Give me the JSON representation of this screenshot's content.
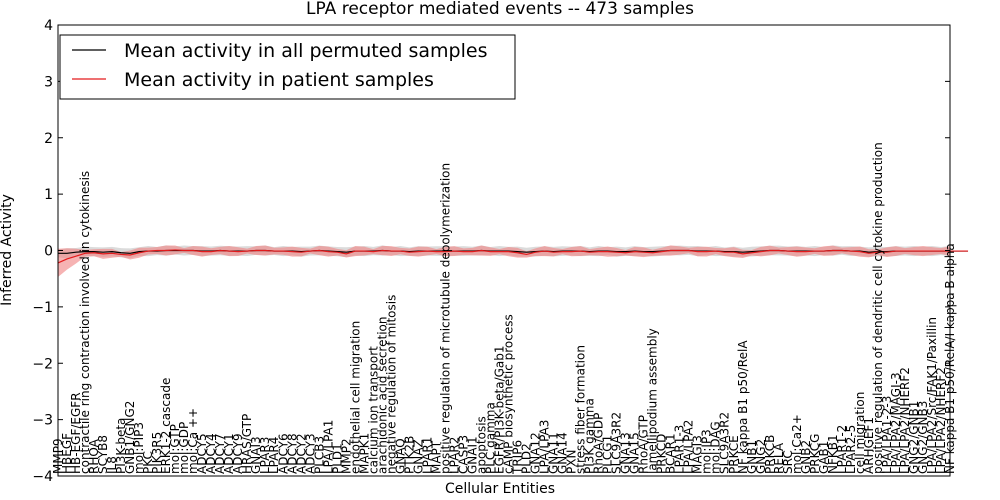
{
  "chart_data": {
    "type": "line",
    "title": "LPA receptor mediated events -- 473 samples",
    "xlabel": "Cellular Entities",
    "ylabel": "Inferred Activity",
    "ylim": [
      -4,
      4
    ],
    "yticks": [
      -4,
      -3,
      -2,
      -1,
      0,
      1,
      2,
      3,
      4
    ],
    "ytick_labels": [
      "−4",
      "−3",
      "−2",
      "−1",
      "0",
      "1",
      "2",
      "3",
      "4"
    ],
    "grid": false,
    "legend_position": "top-left",
    "colors": {
      "permuted": "#000000",
      "patient": "#e41a1c",
      "patient_band": "#f08080",
      "permuted_band": "#bdbdbd"
    },
    "x_labels": [
      "MMP9",
      "HBEGF",
      "HB-EGF/EGFR",
      "contractile ring contraction involved in cytokinesis",
      "RHOA",
      "SCYB8",
      "IL8",
      "PI3K-beta",
      "GNB1/GNG2",
      "mol:PIP3",
      "PKC",
      "PIK3R5",
      "ERK1-2 cascade",
      "mol:GTP",
      "mol:GDP",
      "mol:Ca ++",
      "ADCY5",
      "ADCY4",
      "ADCY7",
      "ADCY1",
      "ADCY9",
      "HRAS/GTP",
      "GNAI3",
      "LPAR3",
      "LPAR4",
      "ADCY6",
      "ADCY8",
      "ADCY2",
      "ADCY3",
      "PLCB3",
      "LPA/LPA1",
      "PLD1",
      "MMP2",
      "endothelial cell migration",
      "MAPK1",
      "calcium ion transport",
      "arachidonic acid secretion",
      "negative regulation of mitosis",
      "GNAQ",
      "PTK2B",
      "GNAZ",
      "LPAR1",
      "MAPT",
      "positive regulation of microtubule depolymerization",
      "LPAR2",
      "CASP3",
      "GNAI1",
      "apoptosis",
      "PLC gamma",
      "EGFR/PI3K-beta/Gab1",
      "cAMP biosynthetic process",
      "TRIP6",
      "PLD2",
      "GNA12",
      "LPA/LPA3",
      "GNA11",
      "GNA14",
      "PXN",
      "stress fiber formation",
      "PI3K gamma",
      "RhoA/GDP",
      "PLCG1",
      "SLC9A3R2",
      "GNA13",
      "GNA15",
      "RhoA/GTP",
      "lamellipodium assembly",
      "PRKCD",
      "BCAR1",
      "LPAR1-3",
      "LPA/LPA2",
      "MAGI3",
      "mol:IP3",
      "mol:DAG",
      "SLC9A3R2",
      "PRKCE",
      "NF kappa B1 p50/RelA",
      "GNB1",
      "GNG2",
      "PRKCB",
      "RELA",
      "SRC",
      "mol:Ca2+",
      "GNB2",
      "PRKCG",
      "GAB1",
      "NFKB1",
      "LPAR1-2",
      "LPAR2-5",
      "cell migration",
      "ARHGEF1",
      "positive regulation of dendritic cell cytokine production",
      "LPA/LPA1-2-3",
      "LPA/LPA2/MAGI-3",
      "LPA/LPA2/NHERF2",
      "GNG2/GNB1",
      "GNG2/GNB3",
      "LPA/LPA2/Src/FAK1/Paxillin",
      "LPA/LPA2/NHERF2",
      "NF kappa B1 p50/RelA/I kappa B alpha"
    ],
    "series": [
      {
        "name": "Mean activity in all permuted samples",
        "values": [
          -0.05,
          -0.05,
          -0.03,
          -0.02,
          -0.02,
          -0.03,
          -0.02,
          -0.04,
          -0.05,
          -0.02,
          -0.01,
          -0.01,
          0.0,
          0.0,
          0.0,
          0.0,
          -0.01,
          -0.01,
          0.0,
          -0.01,
          -0.01,
          -0.01,
          0.0,
          0.0,
          -0.01,
          -0.01,
          -0.01,
          -0.02,
          -0.01,
          0.0,
          -0.01,
          -0.02,
          -0.03,
          -0.01,
          -0.01,
          -0.01,
          0.0,
          -0.01,
          -0.01,
          -0.02,
          -0.01,
          -0.01,
          -0.01,
          -0.01,
          -0.01,
          -0.01,
          -0.01,
          0.0,
          -0.01,
          -0.01,
          -0.01,
          -0.02,
          -0.03,
          -0.02,
          -0.01,
          -0.02,
          -0.01,
          -0.01,
          -0.01,
          -0.02,
          -0.01,
          -0.01,
          -0.02,
          -0.02,
          -0.01,
          -0.02,
          -0.02,
          -0.01,
          0.0,
          0.0,
          0.0,
          -0.01,
          -0.01,
          -0.01,
          -0.02,
          -0.02,
          -0.03,
          -0.02,
          -0.01,
          0.0,
          0.0,
          -0.01,
          -0.01,
          -0.01,
          -0.01,
          -0.01,
          0.0,
          0.0,
          -0.01,
          -0.01,
          -0.03,
          -0.02,
          -0.02,
          -0.01,
          -0.01,
          -0.01,
          -0.01,
          -0.01,
          -0.01,
          -0.01,
          -0.01,
          -0.01
        ]
      },
      {
        "name": "Mean activity in patient samples",
        "values": [
          -0.22,
          -0.15,
          -0.1,
          -0.05,
          -0.04,
          -0.06,
          -0.05,
          -0.07,
          -0.08,
          -0.04,
          -0.01,
          0.0,
          0.0,
          0.01,
          0.0,
          0.0,
          -0.02,
          -0.02,
          0.0,
          -0.01,
          -0.02,
          -0.01,
          0.0,
          0.0,
          -0.01,
          -0.01,
          -0.02,
          -0.03,
          -0.01,
          0.0,
          -0.02,
          -0.03,
          -0.06,
          -0.01,
          -0.01,
          -0.02,
          0.0,
          -0.01,
          -0.01,
          -0.03,
          -0.02,
          -0.01,
          -0.02,
          -0.02,
          -0.01,
          -0.02,
          -0.02,
          0.0,
          -0.02,
          -0.02,
          -0.02,
          -0.04,
          -0.07,
          -0.03,
          -0.01,
          -0.03,
          -0.02,
          -0.02,
          -0.01,
          -0.03,
          -0.02,
          -0.02,
          -0.03,
          -0.04,
          -0.02,
          -0.03,
          -0.04,
          -0.02,
          0.0,
          0.0,
          0.0,
          -0.02,
          -0.02,
          -0.01,
          -0.03,
          -0.03,
          -0.06,
          -0.04,
          -0.02,
          0.0,
          0.0,
          -0.01,
          -0.02,
          -0.02,
          -0.01,
          -0.01,
          0.0,
          0.0,
          -0.01,
          -0.02,
          -0.05,
          -0.03,
          -0.03,
          -0.01,
          -0.01,
          -0.01,
          -0.01,
          -0.01,
          -0.01,
          -0.01,
          -0.01,
          -0.01
        ]
      }
    ]
  },
  "legend": {
    "permuted_label": "Mean activity in all permuted samples",
    "patient_label": "Mean activity in patient samples"
  }
}
